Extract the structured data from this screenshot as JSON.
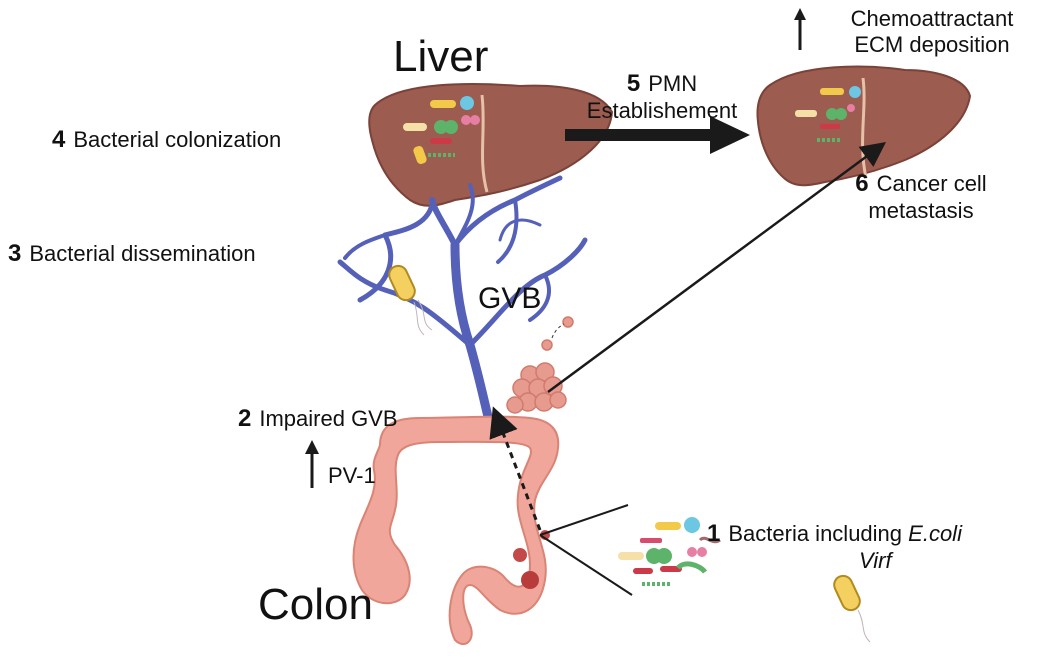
{
  "labels": {
    "liver": "Liver",
    "colon": "Colon",
    "gvb": "GVB"
  },
  "steps": [
    {
      "num": "1",
      "text": "Bacteria including",
      "text_italic": "E.coli",
      "text2": "Virf"
    },
    {
      "num": "2",
      "text": "Impaired GVB"
    },
    {
      "num": "3",
      "text": "Bacterial dissemination"
    },
    {
      "num": "4",
      "text": "Bacterial colonization"
    },
    {
      "num": "5",
      "text": "PMN",
      "text2": "Establishement"
    },
    {
      "num": "6",
      "text": "Cancer cell",
      "text2": "metastasis"
    }
  ],
  "pv1": "PV-1",
  "pmn_effects": {
    "line1": "Chemoattractant",
    "line2": "ECM deposition"
  },
  "colors": {
    "liver": "#9c5c50",
    "liver_edge": "#7a4238",
    "vessel": "#5560b8",
    "colon": "#f0a69a",
    "colon_edge": "#d98474",
    "tumor": "#e79a8e",
    "arrow": "#1a1a1a"
  }
}
